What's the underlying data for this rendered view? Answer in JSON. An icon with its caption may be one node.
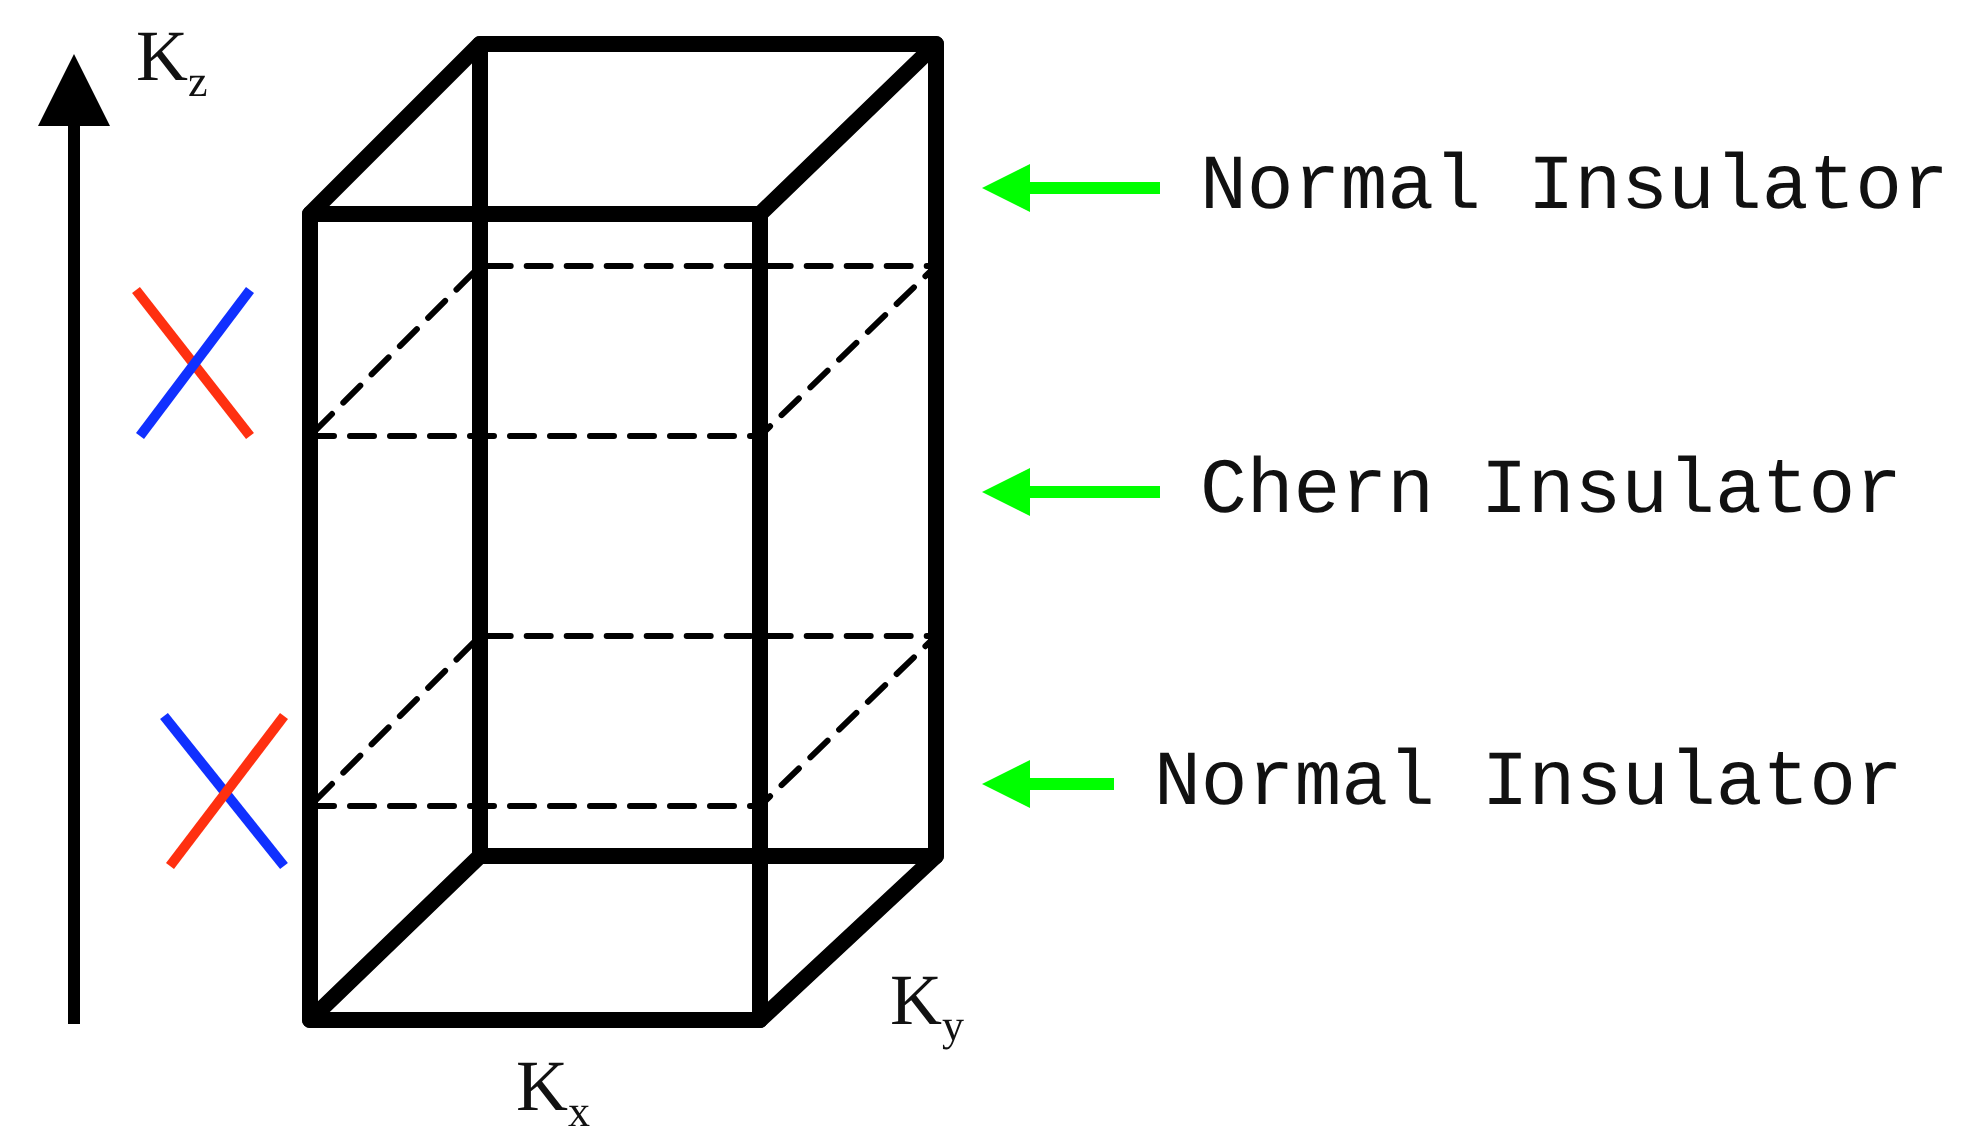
{
  "diagram": {
    "nodes": [
      {
        "text": [
          "Normal Insulator"
        ]
      },
      {
        "text": [
          "Chern Insulator"
        ]
      },
      {
        "text": [
          "Normal Insulator"
        ]
      }
    ],
    "edges": [
      {
        "from": 0,
        "to": null,
        "arrow": "to"
      },
      {
        "from": 1,
        "to": null,
        "arrow": "to"
      },
      {
        "from": 2,
        "to": null,
        "arrow": "to"
      }
    ],
    "labels": [
      "K$_{z}$",
      "K$_{x}$",
      "K$_{y}$"
    ]
  }
}
